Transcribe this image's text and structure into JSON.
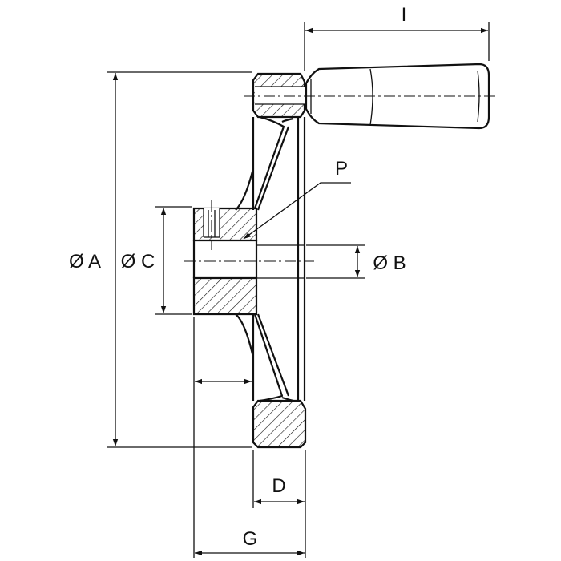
{
  "labels": {
    "l": "I",
    "p": "P",
    "dia_a": "Ø A",
    "dia_c": "Ø C",
    "dia_b": "Ø B",
    "d": "D",
    "g": "G"
  },
  "colors": {
    "line": "#111111",
    "background": "#ffffff"
  }
}
